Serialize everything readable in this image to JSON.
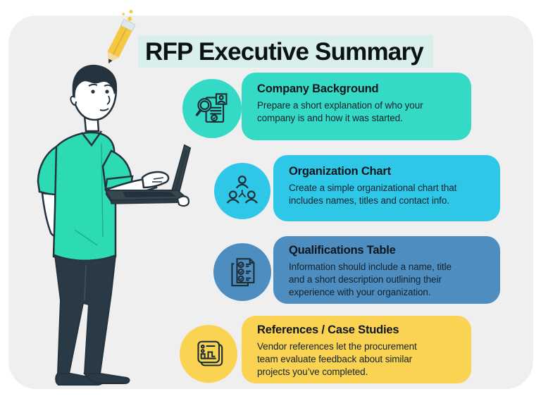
{
  "page": {
    "title": "RFP Executive Summary"
  },
  "colors": {
    "panel_bg": "#efeff0",
    "title_highlight": "#d8efec",
    "card1": "#35dac6",
    "card2": "#2fc7e8",
    "card3": "#4e8dc0",
    "card4": "#f9d351",
    "line_ink": "#1d2d36",
    "shirt": "#2cdbb2",
    "pants": "#293a46",
    "pencil_yellow": "#f5c842"
  },
  "cards": [
    {
      "title": "Company Background",
      "body": "Prepare a short explanation of who your\ncompany is and how it was started.",
      "color": "#35dac6",
      "icon": "document-search-icon"
    },
    {
      "title": "Organization Chart",
      "body": "Create a simple organizational chart that\nincludes names, titles and contact info.",
      "color": "#2fc7e8",
      "icon": "org-chart-icon"
    },
    {
      "title": "Qualifications Table",
      "body": "Information should include a name, title\nand a short description outlining their\nexperience with your organization.",
      "color": "#4e8dc0",
      "icon": "checklist-icon"
    },
    {
      "title": "References / Case Studies",
      "body": "Vendor references let the procurement\nteam evaluate feedback about similar\nprojects you’ve completed.",
      "color": "#f9d351",
      "icon": "report-chart-icon"
    }
  ],
  "illustration": {
    "figure": "man-holding-laptop",
    "title_icon": "pencil-icon"
  }
}
